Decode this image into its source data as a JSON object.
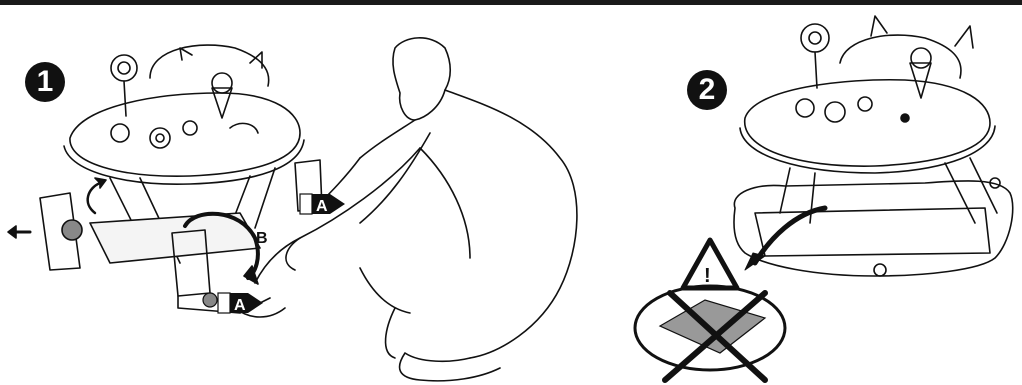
{
  "steps": [
    {
      "number": "1",
      "callouts": {
        "a_upper": "A",
        "a_lower": "A",
        "b": "B"
      }
    },
    {
      "number": "2",
      "warning_mark": "!"
    }
  ]
}
